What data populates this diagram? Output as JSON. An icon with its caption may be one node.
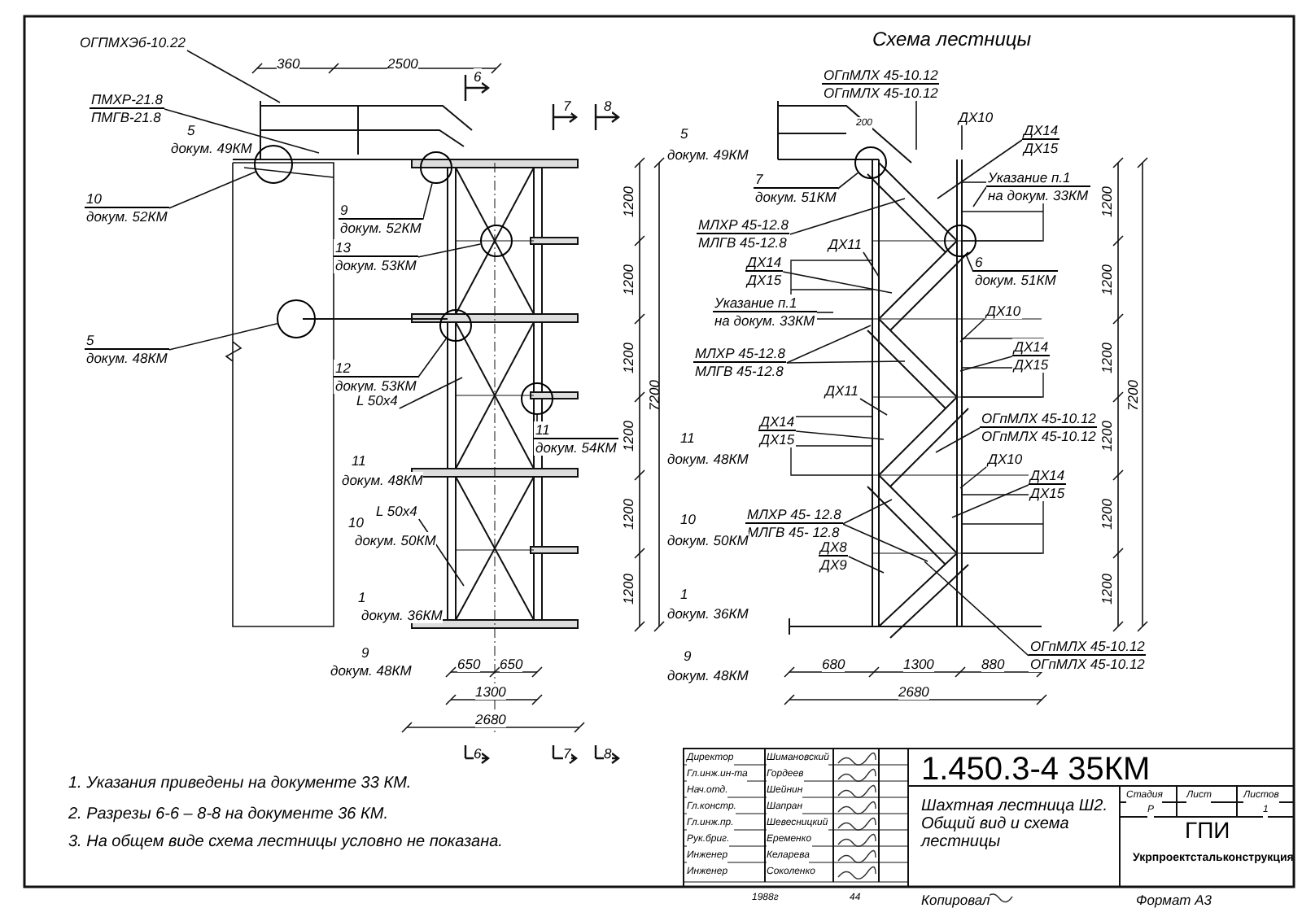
{
  "diagram": {
    "nodes": [
      {
        "text": [
          "ОГПМХЭб-10.22"
        ]
      },
      {
        "text": [
          "ПМХР-21.8",
          "ПМГВ-21.8"
        ]
      },
      {
        "text": [
          "10",
          "докум. 52КМ"
        ]
      },
      {
        "text": [
          "9",
          "докум. 52КМ"
        ]
      },
      {
        "text": [
          "13",
          "докум. 53КМ"
        ]
      },
      {
        "text": [
          "5",
          "докум. 48КМ"
        ]
      },
      {
        "text": [
          "12",
          "докум. 53КМ"
        ]
      },
      {
        "text": [
          "L 50х4"
        ]
      },
      {
        "text": [
          "11",
          "докум. 54КМ"
        ]
      },
      {
        "text": [
          "L 50х4"
        ]
      },
      {
        "text": [
          "ОГпМЛХ 45-10.12",
          "ОГпМЛХ 45-10.12"
        ]
      },
      {
        "text": [
          "ДХ10"
        ]
      },
      {
        "text": [
          "ДХ14",
          "ДХ15"
        ]
      },
      {
        "text": [
          "Указание п.1",
          "на докум. 33КМ"
        ]
      },
      {
        "text": [
          "7",
          "докум. 51КМ"
        ]
      },
      {
        "text": [
          "МЛХР 45-12.8",
          "МЛГВ 45-12.8"
        ]
      },
      {
        "text": [
          "ДХ11"
        ]
      },
      {
        "text": [
          "6",
          "докум. 51КМ"
        ]
      },
      {
        "text": [
          "ДХ14",
          "ДХ15"
        ]
      },
      {
        "text": [
          "Указание п.1",
          "на докум. 33КМ"
        ]
      },
      {
        "text": [
          "ДХ10"
        ]
      },
      {
        "text": [
          "МЛХР 45-12.8",
          "МЛГВ 45-12.8"
        ]
      },
      {
        "text": [
          "ДХ14",
          "ДХ15"
        ]
      },
      {
        "text": [
          "ДХ11"
        ]
      },
      {
        "text": [
          "ОГпМЛХ 45-10.12",
          "ОГпМЛХ 45-10.12"
        ]
      },
      {
        "text": [
          "ДХ10"
        ]
      },
      {
        "text": [
          "ДХ14",
          "ДХ15"
        ]
      },
      {
        "text": [
          "ДХ14",
          "ДХ15"
        ]
      },
      {
        "text": [
          "МЛХР 45- 12.8",
          "МЛГВ 45- 12.8"
        ]
      },
      {
        "text": [
          "ДХ8",
          "ДХ9"
        ]
      },
      {
        "text": [
          "ОГпМЛХ 45-10.12",
          "ОГпМЛХ 45-10.12"
        ]
      },
      {
        "text": [],
        "shape": "circle"
      },
      {
        "text": [],
        "shape": "circle"
      },
      {
        "text": [],
        "shape": "circle"
      },
      {
        "text": [],
        "shape": "circle"
      },
      {
        "text": [],
        "shape": "circle"
      },
      {
        "text": [],
        "shape": "circle"
      },
      {
        "text": [],
        "shape": "circle"
      },
      {
        "text": [],
        "shape": "circle"
      }
    ],
    "edges": [
      {
        "from": 0,
        "to": null,
        "arrow": "none"
      },
      {
        "from": 1,
        "to": null,
        "arrow": "none"
      },
      {
        "from": 2,
        "to": 31,
        "arrow": "none"
      },
      {
        "from": 3,
        "to": 32,
        "arrow": "none"
      },
      {
        "from": 4,
        "to": 33,
        "arrow": "none"
      },
      {
        "from": 5,
        "to": 34,
        "arrow": "none"
      },
      {
        "from": 6,
        "to": 35,
        "arrow": "none"
      },
      {
        "from": 7,
        "to": null,
        "arrow": "none"
      },
      {
        "from": 8,
        "to": 36,
        "arrow": "none"
      },
      {
        "from": 9,
        "to": null,
        "arrow": "none"
      },
      {
        "from": 10,
        "to": null,
        "arrow": "none"
      },
      {
        "from": 11,
        "to": null,
        "arrow": "none"
      },
      {
        "from": 12,
        "to": null,
        "arrow": "none"
      },
      {
        "from": 13,
        "to": null,
        "arrow": "none"
      },
      {
        "from": 14,
        "to": 37,
        "arrow": "none"
      },
      {
        "from": 15,
        "to": null,
        "arrow": "none"
      },
      {
        "from": 16,
        "to": null,
        "arrow": "none"
      },
      {
        "from": 17,
        "to": 38,
        "arrow": "none"
      },
      {
        "from": 18,
        "to": null,
        "arrow": "none"
      },
      {
        "from": 19,
        "to": null,
        "arrow": "none"
      },
      {
        "from": 20,
        "to": null,
        "arrow": "none"
      },
      {
        "from": 21,
        "to": null,
        "arrow": "none"
      },
      {
        "from": 21,
        "to": null,
        "arrow": "none"
      },
      {
        "from": 22,
        "to": null,
        "arrow": "none"
      },
      {
        "from": 23,
        "to": null,
        "arrow": "none"
      },
      {
        "from": 24,
        "to": null,
        "arrow": "none"
      },
      {
        "from": 25,
        "to": null,
        "arrow": "none"
      },
      {
        "from": 26,
        "to": null,
        "arrow": "none"
      },
      {
        "from": 27,
        "to": null,
        "arrow": "none"
      },
      {
        "from": 28,
        "to": null,
        "arrow": "none"
      },
      {
        "from": 28,
        "to": null,
        "arrow": "none"
      },
      {
        "from": 29,
        "to": null,
        "arrow": "none"
      },
      {
        "from": 30,
        "to": null,
        "arrow": "none"
      }
    ],
    "labels": [
      "360",
      "2500",
      "6",
      "7",
      "8",
      "Схема лестницы",
      "200",
      "5",
      "докум. 49КМ",
      "5",
      "докум. 49КМ",
      "1200",
      "1200",
      "1200",
      "1200",
      "1200",
      "1200",
      "7200",
      "11",
      "докум. 48КМ",
      "10",
      "докум. 50КМ",
      "1",
      "докум. 36КМ",
      "9",
      "докум. 48КМ",
      "650",
      "650",
      "1300",
      "2680",
      "11",
      "докум. 48КМ",
      "10",
      "докум. 50КМ",
      "1",
      "докум. 36КМ",
      "9",
      "докум. 48КМ",
      "1200",
      "1200",
      "1200",
      "1200",
      "1200",
      "1200",
      "7200",
      "680",
      "1300",
      "880",
      "2680",
      "6",
      "7",
      "8",
      "1. Указания приведены на документе 33 КМ.",
      "2. Разрезы 6-6 – 8-8 на документе 36 КМ.",
      "3. На общем виде схема лестницы условно не показана.",
      "Директор",
      "Шимановский",
      "Гл.инж.ин-та",
      "Гордеев",
      "Нач.отд.",
      "Шейнин",
      "Гл.констр.",
      "Шапран",
      "Гл.инж.пр.",
      "Шевесницкий",
      "Рук.бриг.",
      "Еременко",
      "Инженер",
      "Келарева",
      "Инженер",
      "Соколенко",
      "1.450.3-4 35КМ",
      "Шахтная лестница Ш2. Общий вид и схема лестницы",
      "Стадия",
      "Лист",
      "Листов",
      "Р",
      "1",
      "ГПИ",
      "Укрпроектстальконструкция",
      "1988г",
      "44",
      "Копировал",
      "Формат А3"
    ]
  }
}
